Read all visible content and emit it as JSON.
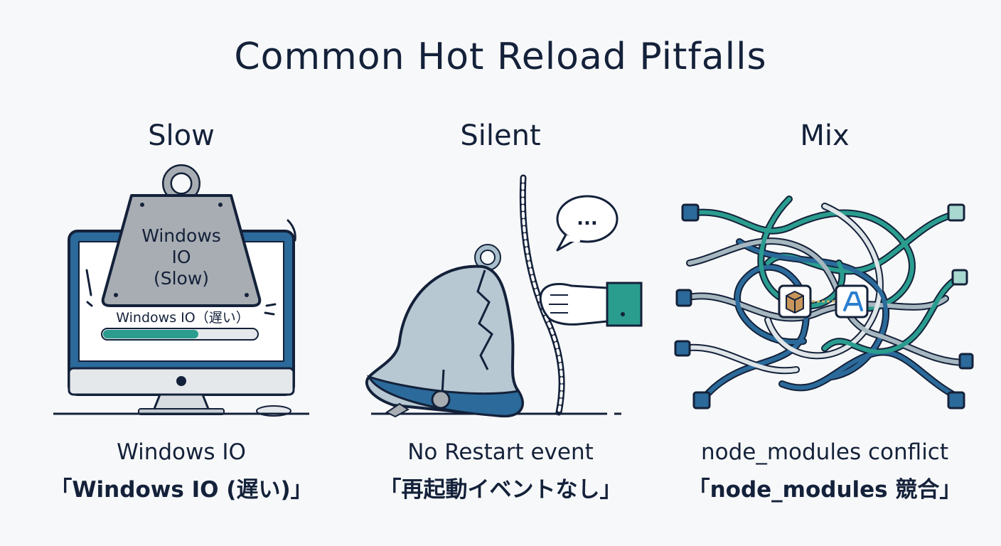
{
  "title": "Common Hot Reload Pitfalls",
  "panels": [
    {
      "heading": "Slow",
      "weight_label": [
        "Windows",
        "IO",
        "(Slow)"
      ],
      "screen_label": "Windows IO（遅い）",
      "progress": 0.62,
      "caption_en": "Windows IO",
      "caption_ja": "「Windows IO (遅い)」"
    },
    {
      "heading": "Silent",
      "speech": "...",
      "caption_en": "No Restart event",
      "caption_ja": "「再起動イベントなし」"
    },
    {
      "heading": "Mix",
      "caption_en": "node_modules conflict",
      "caption_ja": "「node_modules 競合」"
    }
  ],
  "icons": {
    "weight": "weight-icon",
    "monitor": "monitor-icon",
    "bell": "broken-bell-icon",
    "hand": "hand-pulling-rope-icon",
    "speech": "speech-bubble-icon",
    "cables": "tangled-cables-icon",
    "package": "package-icon",
    "app": "app-logo-icon"
  },
  "colors": {
    "navy": "#14213a",
    "blue": "#2b6a9a",
    "teal": "#2a9d8f",
    "gray": "#a7adb2"
  }
}
